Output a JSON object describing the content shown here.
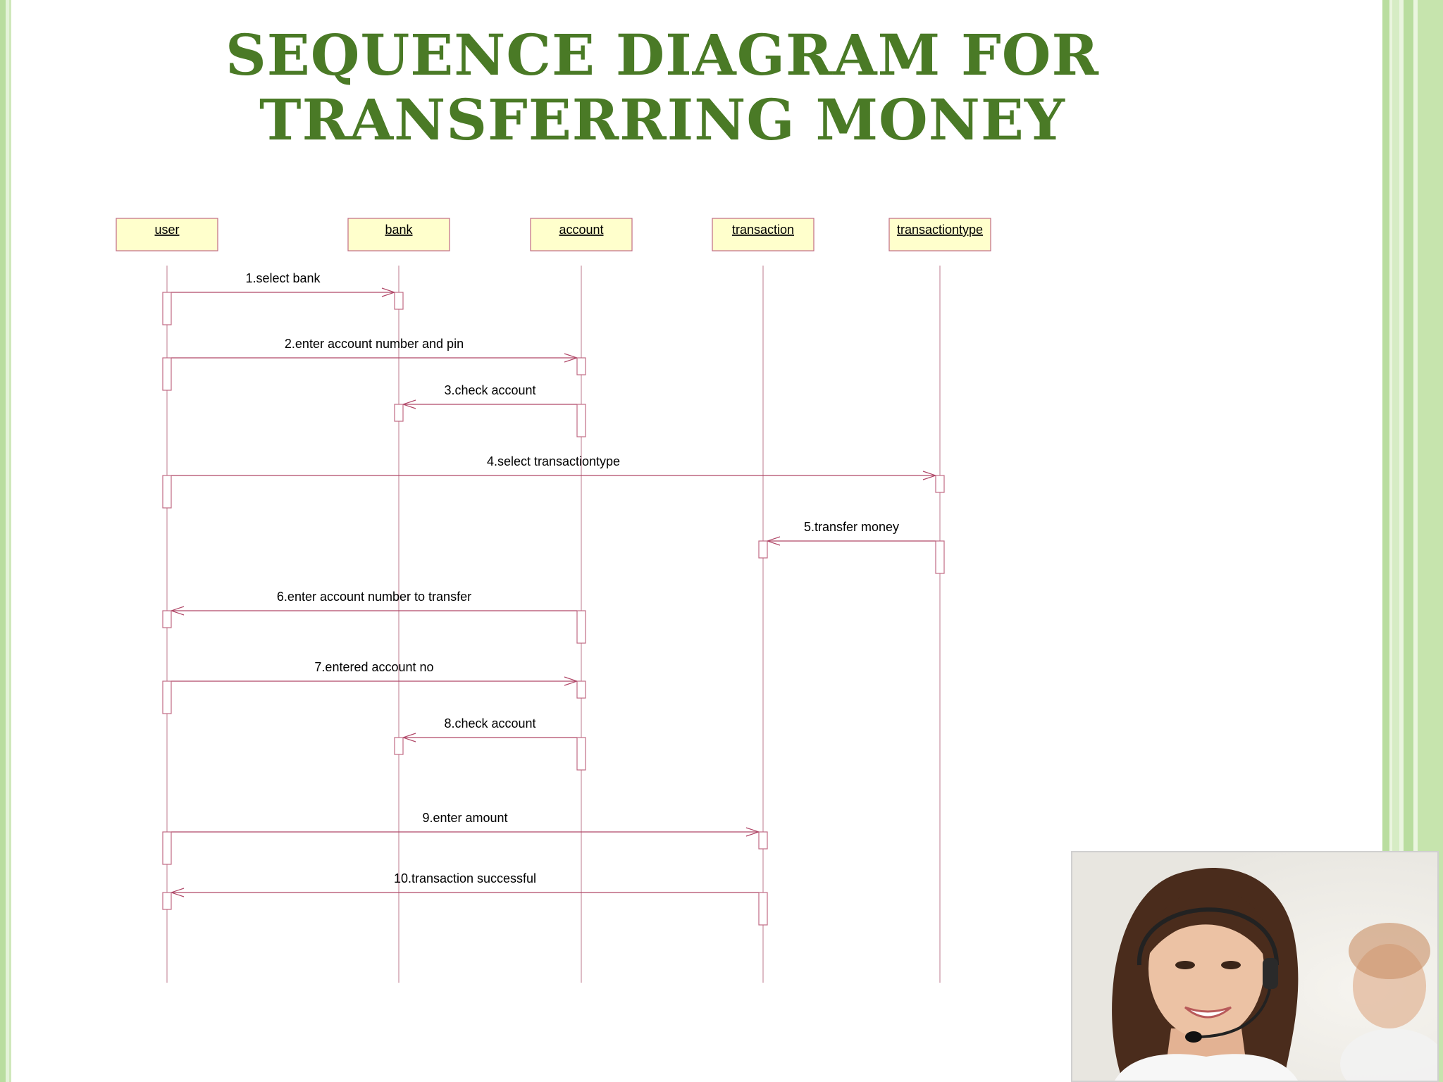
{
  "slide": {
    "title_line1": "SEQUENCE DIAGRAM FOR",
    "title_line2": "TRANSFERRING MONEY"
  },
  "colors": {
    "title": "#4a7a26",
    "accent_rail": "#b9dd9f",
    "object_fill": "#ffffcc",
    "line": "#b04868"
  },
  "objects": [
    "user",
    "bank",
    "account",
    "transaction",
    "transactiontype"
  ],
  "messages": [
    {
      "label": "1.select bank",
      "from": "user",
      "to": "bank"
    },
    {
      "label": "2.enter account number and pin",
      "from": "user",
      "to": "account"
    },
    {
      "label": "3.check account",
      "from": "account",
      "to": "bank"
    },
    {
      "label": "4.select transactiontype",
      "from": "user",
      "to": "transactiontype"
    },
    {
      "label": "5.transfer money",
      "from": "transactiontype",
      "to": "transaction"
    },
    {
      "label": "6.enter account number to transfer",
      "from": "account",
      "to": "user"
    },
    {
      "label": "7.entered account no",
      "from": "user",
      "to": "account"
    },
    {
      "label": "8.check account",
      "from": "account",
      "to": "bank"
    },
    {
      "label": "9.enter amount",
      "from": "user",
      "to": "transaction"
    },
    {
      "label": "10.transaction successful",
      "from": "transaction",
      "to": "user"
    }
  ],
  "photo": {
    "icon": "support-agent-photo"
  }
}
